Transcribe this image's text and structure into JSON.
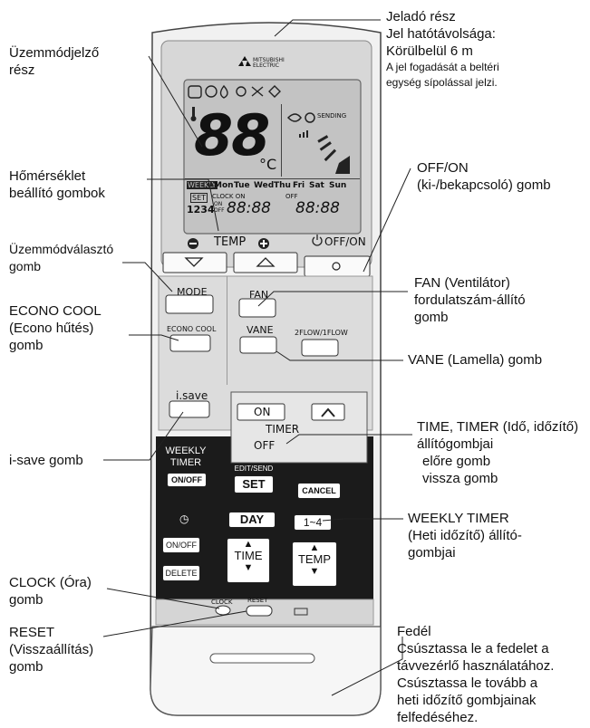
{
  "remote": {
    "brand": "MITSUBISHI ELECTRIC",
    "display": {
      "days": [
        "WEEKLY",
        "Mon",
        "Tue",
        "Wed",
        "Thu",
        "Fri",
        "Sat",
        "Sun"
      ],
      "temp_digits": "88",
      "temp_unit": "°C",
      "sending": "SENDING",
      "set": "SET",
      "clock_on": "CLOCK ON",
      "off": "OFF",
      "on_small": "ON",
      "off_small": "OFF",
      "program_nums": "1234",
      "time1": "88:88",
      "time2": "88:88"
    },
    "buttons": {
      "temp_label": "TEMP",
      "off_on": "OFF/ON",
      "mode": "MODE",
      "fan": "FAN",
      "econo_cool": "ECONO COOL",
      "vane": "VANE",
      "flow": "2FLOW/1FLOW",
      "isave": "i.save",
      "timer_on": "ON",
      "timer_off": "OFF",
      "timer": "TIMER",
      "weekly_timer": "WEEKLY TIMER",
      "on_off": "ON/OFF",
      "edit_send": "EDIT/SEND",
      "set": "SET",
      "cancel": "CANCEL",
      "day": "DAY",
      "range": "1~4",
      "on_off2": "ON/OFF",
      "delete": "DELETE",
      "time": "TIME",
      "temp": "TEMP",
      "clock": "CLOCK",
      "reset": "RESET"
    }
  },
  "callouts": {
    "transmitter": [
      "Jeladó rész",
      "Jel hatótávolsága:",
      "Körülbelül 6 m"
    ],
    "transmitter_note": [
      "A jel fogadását a beltéri",
      "egység sípolással jelzi."
    ],
    "mode_indicator": [
      "Üzemmódjelző",
      "rész"
    ],
    "temp_buttons": [
      "Hőmérséklet",
      "beállító gombok"
    ],
    "off_on": [
      "OFF/ON",
      "(ki-/bekapcsoló) gomb"
    ],
    "mode_select": [
      "Üzemmódválasztó",
      "gomb"
    ],
    "fan": [
      "FAN (Ventilátor)",
      "fordulatszám-állító",
      "gomb"
    ],
    "econo": [
      "ECONO COOL",
      "(Econo hűtés)",
      "gomb"
    ],
    "vane": "VANE (Lamella) gomb",
    "isave": "i-save gomb",
    "timer": [
      "TIME, TIMER (Idő, időzítő)",
      "állítógombjai"
    ],
    "timer_sub": [
      "előre gomb",
      "vissza gomb"
    ],
    "weekly": [
      "WEEKLY TIMER",
      "(Heti időzítő) állító-",
      "gombjai"
    ],
    "clock": [
      "CLOCK (Óra)",
      "gomb"
    ],
    "reset": [
      "RESET",
      "(Visszaállítás)",
      "gomb"
    ],
    "cover": [
      "Fedél",
      "Csúsztassa le a fedelet a",
      "távvezérlő használatához.",
      "Csúsztassa le tovább a",
      "heti időzítő gombjainak",
      "felfedéséhez."
    ]
  }
}
